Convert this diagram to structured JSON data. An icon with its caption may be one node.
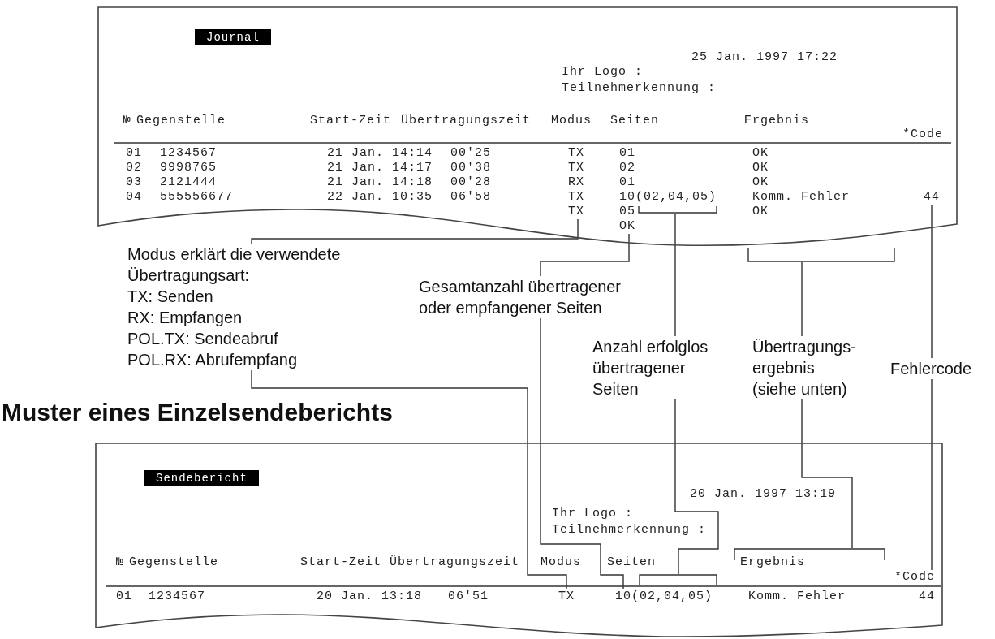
{
  "diagram": {
    "nodes": [
      {
        "text": [
          "Journal"
        ]
      },
      {
        "text": [
          "44"
        ],
        "in": 0
      },
      {
        "text": [
          "TX"
        ],
        "in": 0
      },
      {
        "text": [],
        "shape": "bracket",
        "in": 0
      },
      {
        "text": [
          "OK"
        ],
        "in": 0
      },
      {
        "text": [],
        "shape": "bracket"
      },
      {
        "text": [
          "Modus erklärt die verwendete Übertragungsart:",
          "TX: Senden",
          "RX: Empfangen",
          "POL.TX: Sendeabruf",
          "POL.RX: Abrufempfang"
        ]
      },
      {
        "text": [
          "Gesamtanzahl übertragener oder empfangener Seiten"
        ]
      },
      {
        "text": [
          "Anzahl erfolglos übertragener Seiten"
        ]
      },
      {
        "text": [
          "Übertragungs- ergebnis",
          "(siehe unten)"
        ]
      },
      {
        "text": [
          "Fehlercode"
        ]
      },
      {
        "text": [
          "Sendebericht"
        ]
      },
      {
        "text": [],
        "shape": "bracket",
        "in": 11
      },
      {
        "text": [
          "*Code"
        ],
        "in": 11
      },
      {
        "text": [],
        "shape": "bracket",
        "in": 11
      },
      {
        "text": [
          "TX"
        ],
        "in": 11
      },
      {
        "text": [
          "10(02,04,05)"
        ],
        "in": 11
      }
    ],
    "edges": [
      {
        "from": 6,
        "to": 2,
        "arrow": "none"
      },
      {
        "from": 6,
        "to": 15,
        "arrow": "none"
      },
      {
        "from": 7,
        "to": 4,
        "arrow": "none"
      },
      {
        "from": 7,
        "to": 16,
        "arrow": "none"
      },
      {
        "from": 8,
        "to": 3,
        "arrow": "none"
      },
      {
        "from": 8,
        "to": 14,
        "arrow": "none"
      },
      {
        "from": 9,
        "to": 5,
        "arrow": "none"
      },
      {
        "from": 9,
        "to": 12,
        "arrow": "none"
      },
      {
        "from": 10,
        "to": 1,
        "arrow": "none"
      },
      {
        "from": 10,
        "to": 13,
        "arrow": "none"
      }
    ],
    "labels": [
      "25 Jan. 1997 17:22",
      "Ihr Logo :",
      "Teilnehmerkennung :",
      "№",
      "Gegenstelle",
      "Start-Zeit",
      "Übertragungszeit",
      "Modus",
      "Seiten",
      "Ergebnis",
      "*Code",
      "01",
      "1234567",
      "21 Jan. 14:14",
      "00'25",
      "TX",
      "01",
      "OK",
      "02",
      "9998765",
      "21 Jan. 14:17",
      "00'38",
      "TX",
      "02",
      "OK",
      "03",
      "2121444",
      "21 Jan. 14:18",
      "00'28",
      "RX",
      "01",
      "OK",
      "04",
      "555556677",
      "22 Jan. 10:35",
      "06'58",
      "TX",
      "10(02,04,05)",
      "Komm. Fehler",
      "05",
      "OK",
      "Muster eines Einzelsendeberichts",
      "20 Jan. 1997 13:19",
      "Ihr Logo :",
      "Teilnehmerkennung :",
      "№",
      "Gegenstelle",
      "Start-Zeit",
      "Übertragungszeit",
      "Modus",
      "Seiten",
      "Ergebnis",
      "01",
      "1234567",
      "20 Jan. 13:18",
      "06'51",
      "Komm. Fehler",
      "44"
    ]
  }
}
